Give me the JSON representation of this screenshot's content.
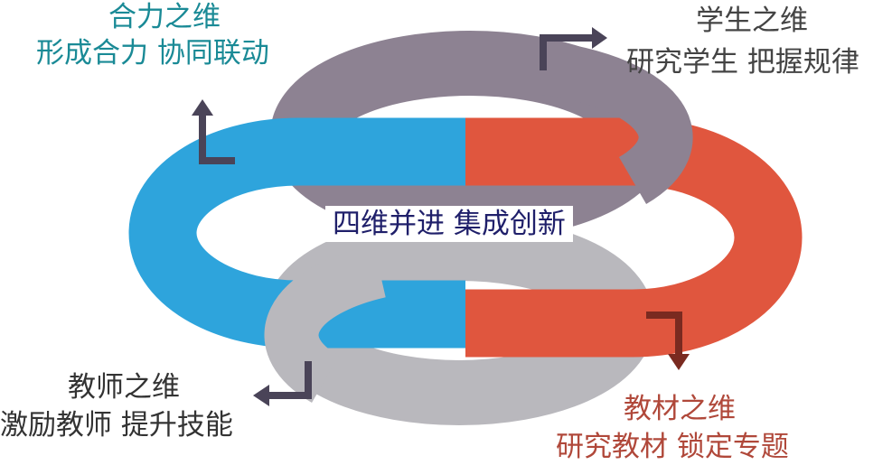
{
  "center_text": "四维并进 集成创新",
  "labels": {
    "cooperation": {
      "title": "合力之维",
      "subtitle": "形成合力 协同联动",
      "color": "#1a8a96"
    },
    "student": {
      "title": "学生之维",
      "subtitle": "研究学生 把握规律",
      "color": "#444444"
    },
    "teacher": {
      "title": "教师之维",
      "subtitle": "激励教师 提升技能",
      "color": "#333333"
    },
    "textbook": {
      "title": "教材之维",
      "subtitle": "研究教材 锁定专题",
      "color": "#b0483a"
    }
  },
  "colors": {
    "blue": "#2ea4dc",
    "red": "#e0563e",
    "purple": "#8d8292",
    "gray": "#b9b8bd",
    "arrow": "#4a4458"
  }
}
